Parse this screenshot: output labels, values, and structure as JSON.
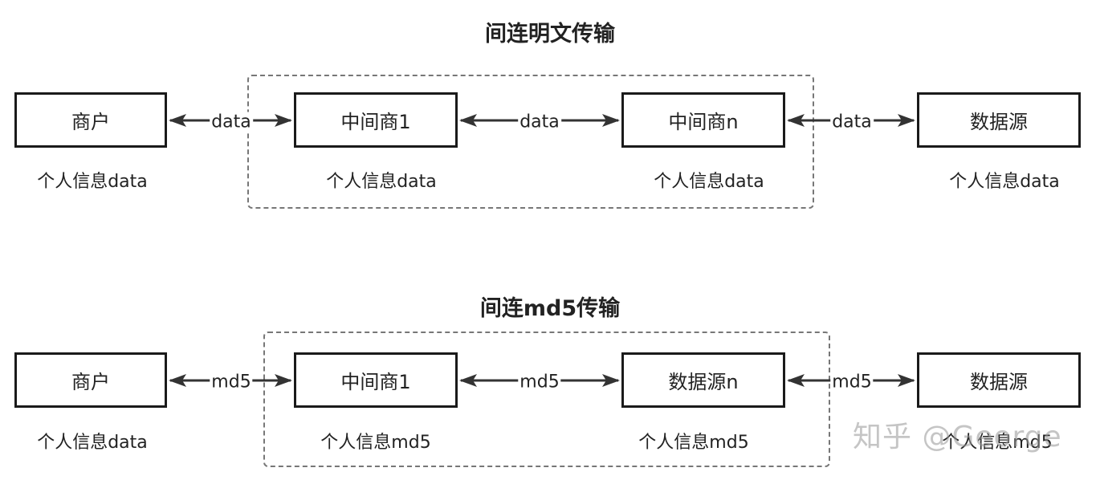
{
  "diagram1": {
    "title": "间连明文传输",
    "nodes": [
      {
        "label": "商户",
        "caption": "个人信息data"
      },
      {
        "label": "中间商1",
        "caption": "个人信息data"
      },
      {
        "label": "中间商n",
        "caption": "个人信息data"
      },
      {
        "label": "数据源",
        "caption": "个人信息data"
      }
    ],
    "arrows": [
      "data",
      "data",
      "data"
    ]
  },
  "diagram2": {
    "title": "间连md5传输",
    "nodes": [
      {
        "label": "商户",
        "caption": "个人信息data"
      },
      {
        "label": "中间商1",
        "caption": "个人信息md5"
      },
      {
        "label": "数据源n",
        "caption": "个人信息md5"
      },
      {
        "label": "数据源",
        "caption": "个人信息md5"
      }
    ],
    "arrows": [
      "md5",
      "md5",
      "md5"
    ]
  },
  "watermark": "知乎 @George"
}
